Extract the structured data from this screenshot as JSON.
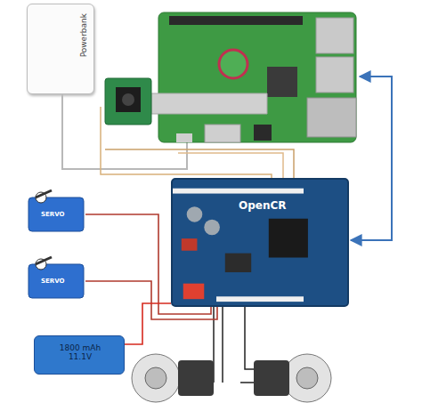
{
  "diagram": {
    "nodes": [
      {
        "text": [
          "Powerbank"
        ]
      },
      {
        "text": [
          "SERVO"
        ]
      },
      {
        "text": [
          "SERVO"
        ]
      },
      {
        "text": [
          "OpenCR"
        ]
      },
      {
        "text": [
          "1800 mAh 11.1V"
        ]
      }
    ],
    "edges": [
      {
        "from": 1,
        "to": 3,
        "arrow": "none"
      },
      {
        "from": 2,
        "to": 3,
        "arrow": "none"
      },
      {
        "from": 4,
        "to": 3,
        "arrow": "none"
      }
    ]
  }
}
